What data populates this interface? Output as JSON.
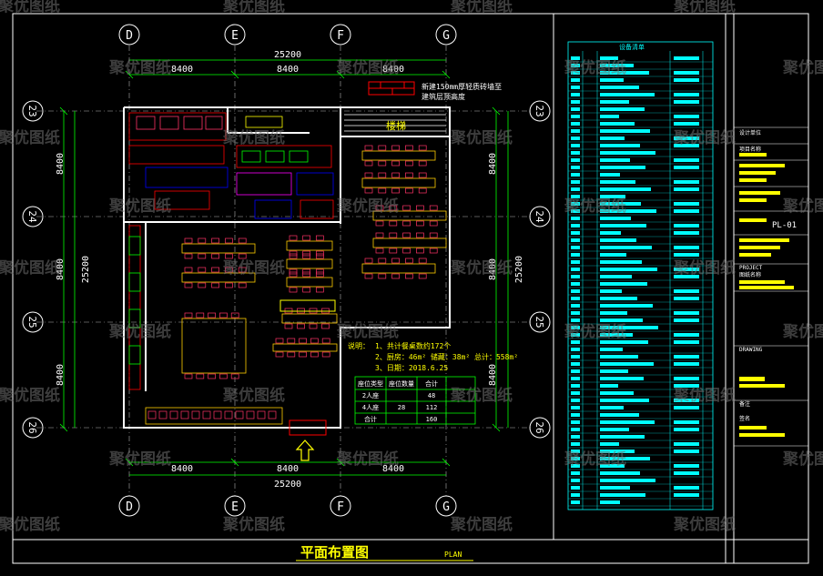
{
  "watermark": "聚优图纸",
  "grid": {
    "top_bubbles": [
      "D",
      "E",
      "F",
      "G"
    ],
    "bottom_bubbles": [
      "D",
      "E",
      "F",
      "G"
    ],
    "left_bubbles": [
      "23",
      "24",
      "25",
      "26"
    ],
    "right_bubbles": [
      "23",
      "24",
      "25",
      "26"
    ],
    "span": "8400",
    "total": "25200"
  },
  "legend_note": [
    "新建150mm厚轻质砖墙至",
    "建筑层顶高度"
  ],
  "stair_label": "楼梯",
  "notes": {
    "title": "说明：",
    "lines": [
      "1、共计餐桌数约172个",
      "2、厨房：46m²  储藏：38m²  总计：558m²",
      "3、日期：2018.6.25"
    ]
  },
  "seat_table": {
    "headers": [
      "座位类型",
      "座位数量",
      "合计"
    ],
    "rows": [
      [
        "2人座",
        "",
        "48"
      ],
      [
        "4人座",
        "28",
        "112"
      ],
      [
        "合计",
        "",
        "160"
      ]
    ]
  },
  "drawing_title": "平面布置图",
  "drawing_subtitle": "PLAN",
  "equipment_schedule_title": "设备清单",
  "title_block": {
    "lines": [
      "设计单位",
      "项目名称",
      "PROJECT",
      "图纸名称",
      "DRAWING",
      "签名"
    ],
    "sheet_no": "PL-01",
    "remark": "备注"
  },
  "colors": {
    "frame": "#ffffff",
    "dimension": "#00ff00",
    "wall": "#ffffff",
    "kitchen": "#ff0000",
    "table": "#ffcc00",
    "chair": "#ff3366",
    "schedule": "#00ffff",
    "title_block": "#ffff00"
  }
}
